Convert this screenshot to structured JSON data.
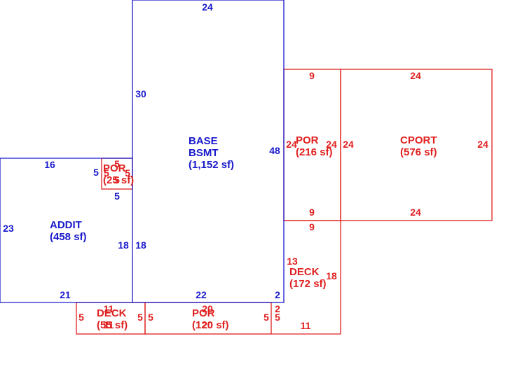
{
  "colors": {
    "main": "#1a1acc",
    "secondary": "#e02020",
    "background": "#ffffff"
  },
  "areas": {
    "base": {
      "name": "BASE",
      "name2": "BSMT",
      "area": "(1,152 sf)",
      "dims": {
        "top": "24",
        "left": "30",
        "right": "48",
        "bottom": "22",
        "bottom_right": "2"
      }
    },
    "addit": {
      "name": "ADDIT",
      "area": "(458 sf)",
      "dims": {
        "top": "16",
        "left": "23",
        "right_outer": "18",
        "right_inner": "18",
        "bottom": "21",
        "notch_left": "5",
        "notch_bottom": "5"
      }
    },
    "por_small": {
      "name": "POR",
      "area": "(25 sf)",
      "dims": {
        "top": "5",
        "left": "5",
        "right": "5",
        "bottom": "5"
      }
    },
    "por_right": {
      "name": "POR",
      "area": "(216 sf)",
      "dims": {
        "top": "9",
        "left": "24",
        "right": "24",
        "bottom": "9"
      }
    },
    "cport": {
      "name": "CPORT",
      "area": "(576 sf)",
      "dims": {
        "top": "24",
        "left": "24",
        "right": "24",
        "bottom": "24"
      }
    },
    "deck_right": {
      "name": "DECK",
      "area": "(172 sf)",
      "dims": {
        "top": "9",
        "left": "13",
        "right": "18",
        "bottom": "11"
      }
    },
    "deck_left": {
      "name": "DECK",
      "area": "(55 sf)",
      "dims": {
        "top": "11",
        "left": "5",
        "right": "5",
        "bottom": "11"
      }
    },
    "por_bottom": {
      "name": "POR",
      "area": "(120 sf)",
      "dims": {
        "top": "20",
        "left": "5",
        "right": "5",
        "bottom": "20",
        "notch_top": "2",
        "notch_side": "5"
      }
    }
  }
}
